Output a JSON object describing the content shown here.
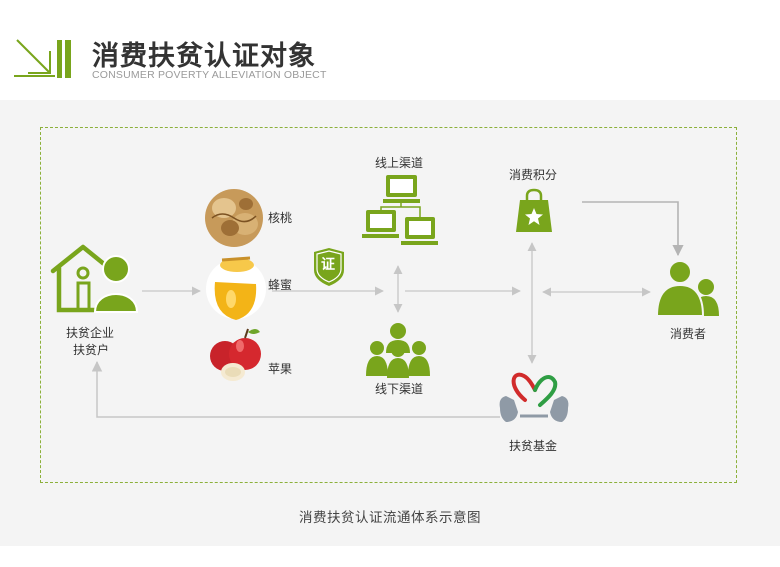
{
  "header": {
    "title": "消费扶贫认证对象",
    "subtitle": "CONSUMER POVERTY ALLEVIATION OBJECT"
  },
  "diagram": {
    "enterprise": {
      "line1": "扶贫企业",
      "line2": "扶贫户"
    },
    "products": [
      "核桃",
      "蜂蜜",
      "苹果"
    ],
    "certification_mark": "证",
    "online_channel": "线上渠道",
    "offline_channel": "线下渠道",
    "points": "消费积分",
    "consumer": "消费者",
    "fund": "扶贫基金"
  },
  "caption": "消费扶贫认证流通体系示意图",
  "colors": {
    "accent_green": "#79a51c",
    "arrow_gray": "#c6c6c6",
    "frame_dash": "#8bb03a",
    "panel_bg": "#f4f4f4"
  }
}
